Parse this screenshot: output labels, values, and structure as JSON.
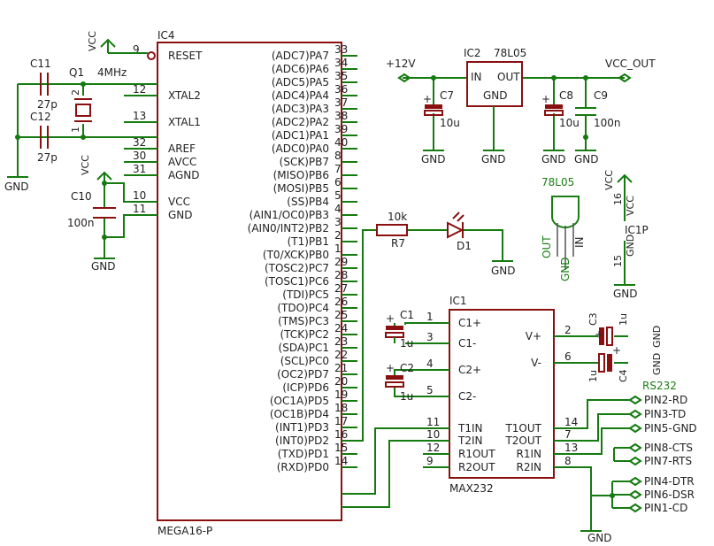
{
  "ic4": {
    "name": "IC4",
    "part": "MEGA16-P",
    "left_pins": [
      {
        "num": "9",
        "label": "RESET"
      },
      {
        "num": "12",
        "label": "XTAL2"
      },
      {
        "num": "13",
        "label": "XTAL1"
      },
      {
        "num": "32",
        "label": "AREF"
      },
      {
        "num": "30",
        "label": "AVCC"
      },
      {
        "num": "31",
        "label": "AGND"
      },
      {
        "num": "10",
        "label": "VCC"
      },
      {
        "num": "11",
        "label": "GND"
      }
    ],
    "right_pins": [
      {
        "num": "33",
        "label": "(ADC7)PA7"
      },
      {
        "num": "34",
        "label": "(ADC6)PA6"
      },
      {
        "num": "35",
        "label": "(ADC5)PA5"
      },
      {
        "num": "36",
        "label": "(ADC4)PA4"
      },
      {
        "num": "37",
        "label": "(ADC3)PA3"
      },
      {
        "num": "38",
        "label": "(ADC2)PA2"
      },
      {
        "num": "39",
        "label": "(ADC1)PA1"
      },
      {
        "num": "40",
        "label": "(ADC0)PA0"
      },
      {
        "num": "8",
        "label": "(SCK)PB7"
      },
      {
        "num": "7",
        "label": "(MISO)PB6"
      },
      {
        "num": "6",
        "label": "(MOSI)PB5"
      },
      {
        "num": "5",
        "label": "(SS)PB4"
      },
      {
        "num": "4",
        "label": "(AIN1/OC0)PB3"
      },
      {
        "num": "3",
        "label": "(AIN0/INT2)PB2"
      },
      {
        "num": "2",
        "label": "(T1)PB1"
      },
      {
        "num": "1",
        "label": "(T0/XCK)PB0"
      },
      {
        "num": "29",
        "label": "(TOSC2)PC7"
      },
      {
        "num": "28",
        "label": "(TOSC1)PC6"
      },
      {
        "num": "27",
        "label": "(TDI)PC5"
      },
      {
        "num": "26",
        "label": "(TDO)PC4"
      },
      {
        "num": "25",
        "label": "(TMS)PC3"
      },
      {
        "num": "24",
        "label": "(TCK)PC2"
      },
      {
        "num": "23",
        "label": "(SDA)PC1"
      },
      {
        "num": "22",
        "label": "(SCL)PC0"
      },
      {
        "num": "21",
        "label": "(OC2)PD7"
      },
      {
        "num": "20",
        "label": "(ICP)PD6"
      },
      {
        "num": "19",
        "label": "(OC1A)PD5"
      },
      {
        "num": "18",
        "label": "(OC1B)PD4"
      },
      {
        "num": "17",
        "label": "(INT1)PD3"
      },
      {
        "num": "16",
        "label": "(INT0)PD2"
      },
      {
        "num": "15",
        "label": "(TXD)PD1"
      },
      {
        "num": "14",
        "label": "(RXD)PD0"
      }
    ]
  },
  "crystal": {
    "name": "Q1",
    "value": "4MHz",
    "pin_a": "2",
    "pin_b": "1"
  },
  "caps": {
    "c11": {
      "name": "C11",
      "value": "27p"
    },
    "c12": {
      "name": "C12",
      "value": "27p"
    },
    "c10": {
      "name": "C10",
      "value": "100n"
    },
    "c7": {
      "name": "C7",
      "value": "10u"
    },
    "c8": {
      "name": "C8",
      "value": "10u"
    },
    "c9": {
      "name": "C9",
      "value": "100n"
    },
    "c1": {
      "name": "C1",
      "value": "1u"
    },
    "c2": {
      "name": "C2",
      "value": "1u"
    },
    "c3": {
      "name": "C3",
      "value": "1u"
    },
    "c4": {
      "name": "C4",
      "value": "1u"
    }
  },
  "power": {
    "vcc": "VCC",
    "gnd": "GND",
    "plus12": "+12V",
    "vcc_out": "VCC_OUT"
  },
  "regulator": {
    "name": "IC2",
    "part": "78L05",
    "in": "IN",
    "out": "OUT",
    "gnd": "GND"
  },
  "package": {
    "title": "78L05",
    "out": "OUT",
    "gnd": "GND",
    "in": "IN"
  },
  "ic1p": {
    "name": "IC1P",
    "pin_vcc": "16",
    "pin_gnd": "15",
    "vcc_inner": "VCC",
    "gnd_inner": "GND"
  },
  "led": {
    "resistor_name": "R7",
    "resistor_value": "10k",
    "diode_name": "D1"
  },
  "max232": {
    "name": "IC1",
    "part": "MAX232",
    "left_pins": [
      {
        "num": "1",
        "label": "C1+"
      },
      {
        "num": "3",
        "label": "C1-"
      },
      {
        "num": "4",
        "label": "C2+"
      },
      {
        "num": "5",
        "label": "C2-"
      },
      {
        "num": "11",
        "label": "T1IN"
      },
      {
        "num": "10",
        "label": "T2IN"
      },
      {
        "num": "12",
        "label": "R1OUT"
      },
      {
        "num": "9",
        "label": "R2OUT"
      }
    ],
    "right_pins": [
      {
        "num": "2",
        "label": "V+"
      },
      {
        "num": "6",
        "label": "V-"
      },
      {
        "num": "14",
        "label": "T1OUT"
      },
      {
        "num": "7",
        "label": "T2OUT"
      },
      {
        "num": "13",
        "label": "R1IN"
      },
      {
        "num": "8",
        "label": "R2IN"
      }
    ],
    "cap_gnd_1": "GND",
    "cap_gnd_2": "GND"
  },
  "rs232": {
    "title": "RS232",
    "pins": [
      "PIN2-RD",
      "PIN3-TD",
      "PIN5-GND",
      "PIN8-CTS",
      "PIN7-RTS",
      "PIN4-DTR",
      "PIN6-DSR",
      "PIN1-CD"
    ]
  }
}
